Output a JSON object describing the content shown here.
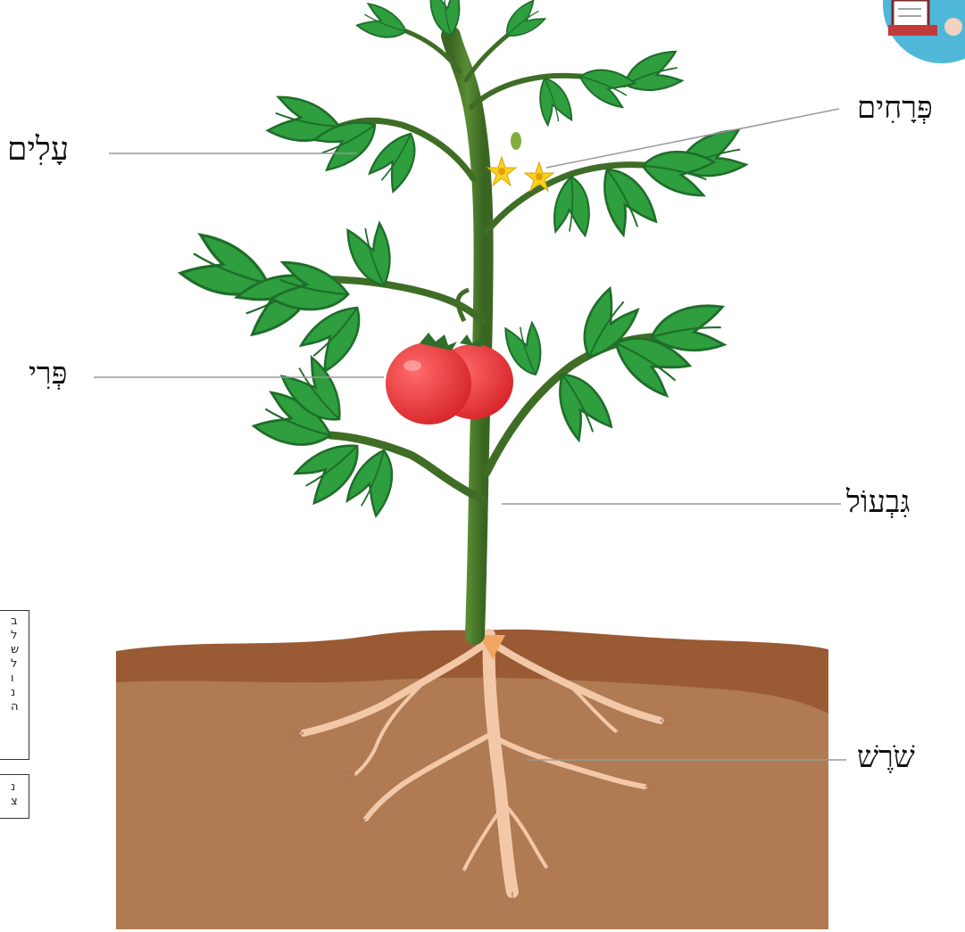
{
  "labels": {
    "leaves": "עָלִים",
    "flowers": "פְּרָחִים",
    "fruit": "פְּרִי",
    "stem": "גִּבְעוֹל",
    "root": "שֹׁרֶשׁ"
  },
  "side_fragment_1": {
    "lines": [
      "ב",
      "ל",
      "ש",
      "ל",
      "ו",
      "נ",
      "ה"
    ]
  },
  "side_fragment_2": {
    "lines": [
      "נ",
      "צ"
    ]
  },
  "colors": {
    "leaf": "#2e9e3e",
    "leaf_dark": "#1f6d2a",
    "stem": "#4a7a2c",
    "fruit": "#e8383d",
    "flower": "#f7d21e",
    "soil_top": "#9a5a34",
    "soil": "#b07a52",
    "root": "#f2c8a8",
    "badge": "#4fb8d8",
    "leader_line": "#999999"
  },
  "badge_icon": "open-book-icon"
}
